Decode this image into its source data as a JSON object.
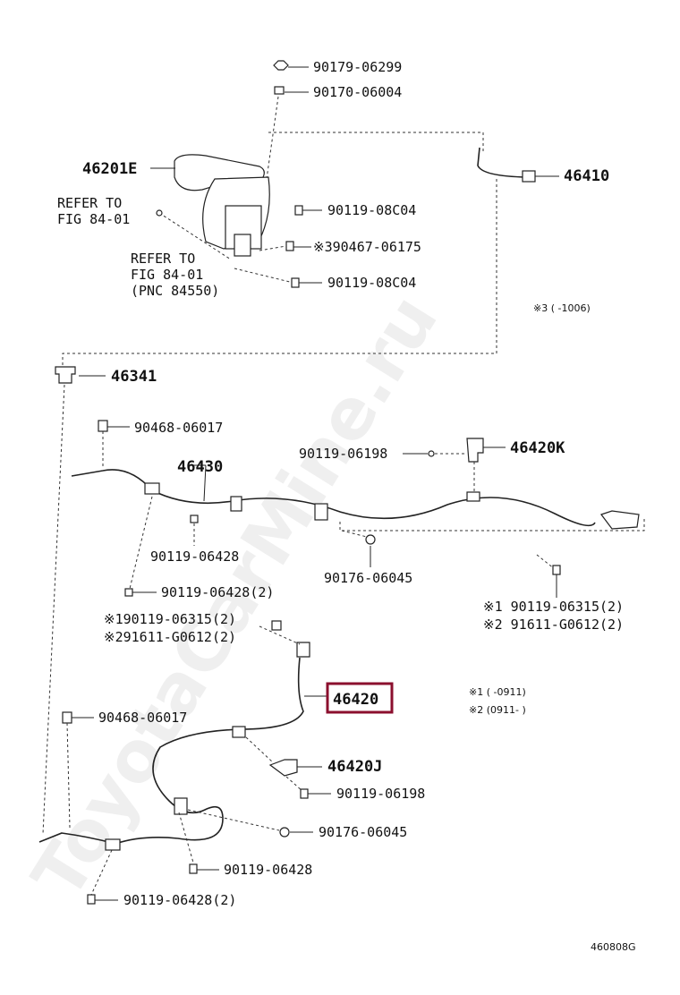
{
  "diagram_code": "460808G",
  "watermark": "ToyotaCarMine.ru",
  "highlighted_part": "46420",
  "colors": {
    "highlight": "#8b0f2e",
    "line": "#222222"
  },
  "labels": {
    "p90179_06299": "90179-06299",
    "p90170_06004": "90170-06004",
    "p46201E": "46201E",
    "p46410": "46410",
    "refer1_a": "REFER TO",
    "refer1_b": "FIG 84-01",
    "p90119_08C04_a": "90119-08C04",
    "p90467_06175": "※390467-06175",
    "refer2_a": "REFER TO",
    "refer2_b": "FIG 84-01",
    "refer2_c": "(PNC 84550)",
    "p90119_08C04_b": "90119-08C04",
    "note3": "※3 (    -1006)",
    "p46341": "46341",
    "p90468_06017_a": "90468-06017",
    "p46430": "46430",
    "p90119_06198_a": "90119-06198",
    "p46420K": "46420K",
    "p90119_06428_a": "90119-06428",
    "p90176_06045_a": "90176-06045",
    "p90119_06428_2a": "90119-06428(2)",
    "r1_a": "※1 90119-06315(2)",
    "r2_a": "※2 91611-G0612(2)",
    "l1_b": "※190119-06315(2)",
    "l2_b": "※291611-G0612(2)",
    "p46420": "46420",
    "note1": "※1 (    -0911)",
    "note2": "※2 (0911-    )",
    "p90468_06017_b": "90468-06017",
    "p46420J": "46420J",
    "p90119_06198_b": "90119-06198",
    "p90176_06045_b": "90176-06045",
    "p90119_06428_b": "90119-06428",
    "p90119_06428_2b": "90119-06428(2)"
  }
}
